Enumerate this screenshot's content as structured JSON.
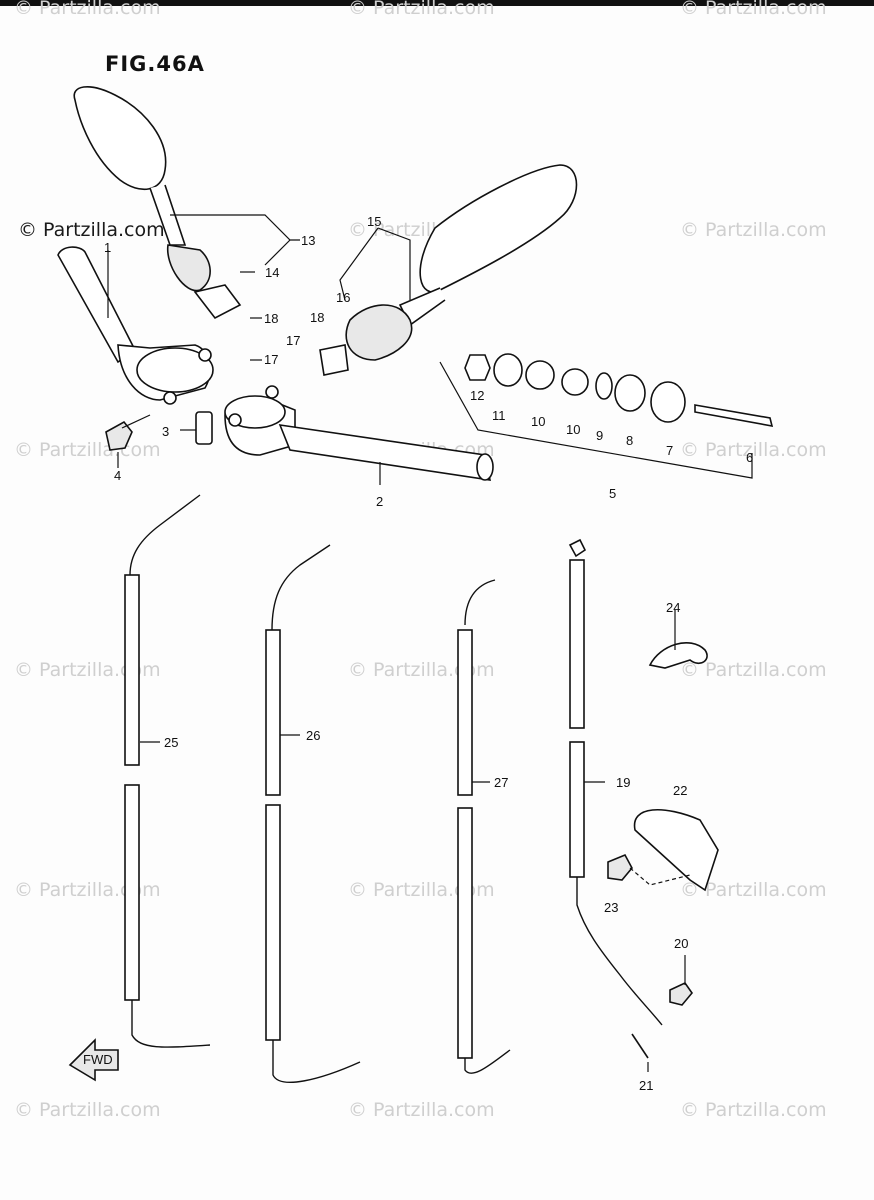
{
  "figure": {
    "title": "FIG.46A"
  },
  "watermark": {
    "text": "© Partzilla.com"
  },
  "callouts": [
    "1",
    "2",
    "3",
    "4",
    "5",
    "6",
    "7",
    "8",
    "9",
    "10",
    "10",
    "11",
    "12",
    "13",
    "14",
    "15",
    "16",
    "17",
    "17",
    "18",
    "18",
    "19",
    "20",
    "21",
    "22",
    "23",
    "24",
    "25",
    "26",
    "27"
  ],
  "icons": {
    "forward_arrow": "fwd-arrow-icon",
    "forward_label": "FWD"
  },
  "colors": {
    "line": "#111111",
    "watermark": "#cfcfcf"
  }
}
